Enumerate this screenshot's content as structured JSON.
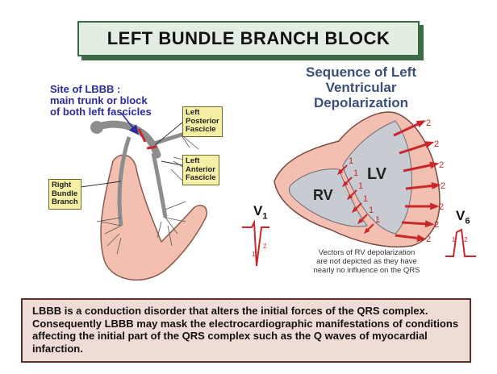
{
  "title": "LEFT BUNDLE BRANCH BLOCK",
  "site": {
    "lines": [
      "Site of LBBB :",
      "main trunk or block",
      "of both left fascicles"
    ]
  },
  "callouts": {
    "left_posterior": [
      "Left",
      "Posterior",
      "Fascicle"
    ],
    "left_anterior": [
      "Left",
      "Anterior",
      "Fascicle"
    ],
    "right_bundle": [
      "Right",
      "Bundle",
      "Branch"
    ]
  },
  "sequence_title": [
    "Sequence of Left",
    "Ventricular",
    "Depolarization"
  ],
  "chambers": {
    "lv": "LV",
    "rv": "RV"
  },
  "vector_numbers": {
    "first": "1",
    "second": "2"
  },
  "vector_note": [
    "Vectors of RV depolarization",
    "are not depicted as they have",
    "nearly no influence on the QRS"
  ],
  "leads": {
    "v1_main": "V",
    "v1_sub": "1",
    "v6_main": "V",
    "v6_sub": "6"
  },
  "note": "LBBB is a conduction disorder that alters the initial forces of the QRS complex. Consequently LBBB may mask the electrocardiographic manifestations of conditions affecting the initial part of the QRS complex such as the Q waves of myocardial infarction.",
  "colors": {
    "arrow": "#c8272b",
    "heart": "#f3bfb0",
    "septum": "#c9cbd3",
    "conduction": "#8d8d8d"
  }
}
